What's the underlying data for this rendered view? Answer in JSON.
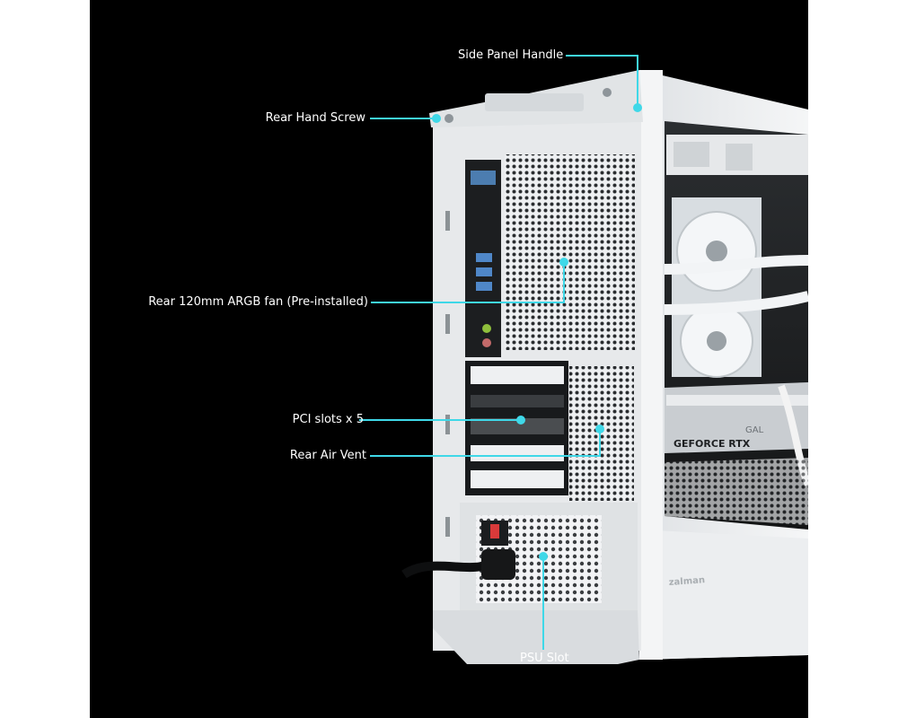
{
  "labels": {
    "side_panel_handle": "Side Panel Handle",
    "rear_hand_screw": "Rear Hand Screw",
    "rear_fan": "Rear 120mm ARGB fan (Pre-installed)",
    "pci_slots": "PCI slots x 5",
    "rear_air_vent": "Rear Air Vent",
    "psu_slot": "PSU Slot"
  },
  "product_marks": {
    "gpu_brand": "GEFORCE RTX",
    "gpu_maker": "GAL",
    "case_brand": "zalman"
  },
  "colors": {
    "background": "#000000",
    "callout": "#3fd8e8",
    "label_text": "#ffffff",
    "case_body": "#e9ecee"
  }
}
